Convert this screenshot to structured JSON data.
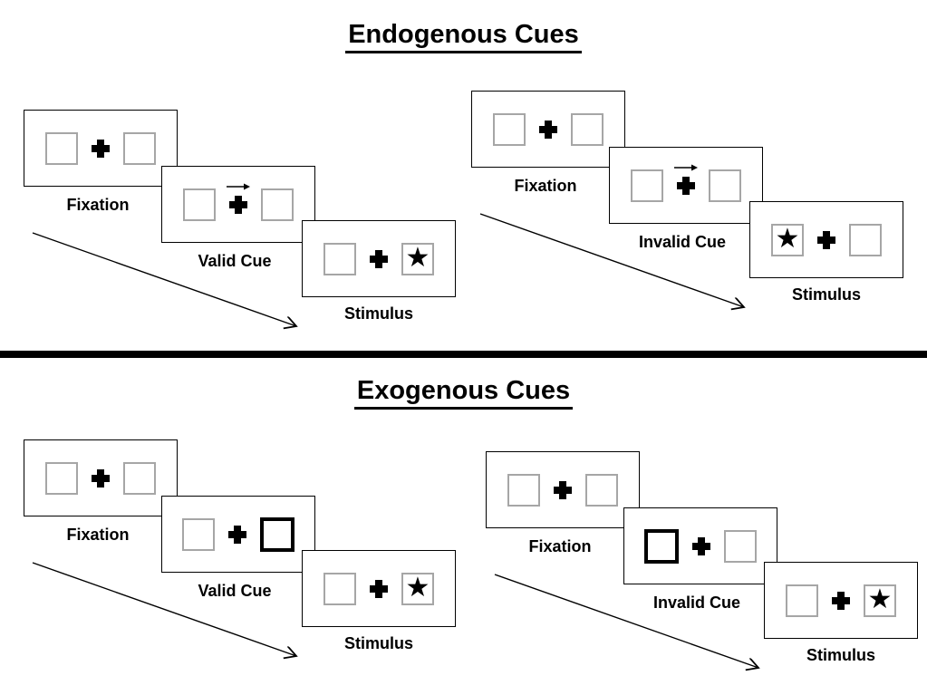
{
  "diagram": {
    "sections": [
      {
        "title": "Endogenous Cues",
        "sequences": [
          {
            "id": "endogenous-valid",
            "panels": [
              {
                "label": "Fixation",
                "left_box": "plain",
                "right_box": "plain",
                "cue_arrow": false
              },
              {
                "label": "Valid Cue",
                "left_box": "plain",
                "right_box": "plain",
                "cue_arrow": true
              },
              {
                "label": "Stimulus",
                "left_box": "plain",
                "right_box": "star",
                "cue_arrow": false
              }
            ]
          },
          {
            "id": "endogenous-invalid",
            "panels": [
              {
                "label": "Fixation",
                "left_box": "plain",
                "right_box": "plain",
                "cue_arrow": false
              },
              {
                "label": "Invalid Cue",
                "left_box": "plain",
                "right_box": "plain",
                "cue_arrow": true
              },
              {
                "label": "Stimulus",
                "left_box": "star",
                "right_box": "plain",
                "cue_arrow": false
              }
            ]
          }
        ]
      },
      {
        "title": "Exogenous Cues",
        "sequences": [
          {
            "id": "exogenous-valid",
            "panels": [
              {
                "label": "Fixation",
                "left_box": "plain",
                "right_box": "plain",
                "cue_arrow": false
              },
              {
                "label": "Valid Cue",
                "left_box": "plain",
                "right_box": "bold",
                "cue_arrow": false
              },
              {
                "label": "Stimulus",
                "left_box": "plain",
                "right_box": "star",
                "cue_arrow": false
              }
            ]
          },
          {
            "id": "exogenous-invalid",
            "panels": [
              {
                "label": "Fixation",
                "left_box": "plain",
                "right_box": "plain",
                "cue_arrow": false
              },
              {
                "label": "Invalid Cue",
                "left_box": "bold",
                "right_box": "plain",
                "cue_arrow": false
              },
              {
                "label": "Stimulus",
                "left_box": "plain",
                "right_box": "star",
                "cue_arrow": false
              }
            ]
          }
        ]
      }
    ]
  },
  "icons": {
    "star": "★",
    "fixation_cross": "plus-cross",
    "cue_arrow": "right-arrow",
    "timeline_arrow": "diagonal-down-right-arrow"
  },
  "colors": {
    "background": "#ffffff",
    "panel_border": "#000000",
    "box_border": "#a6a6a6",
    "cue_highlight_border": "#000000",
    "divider": "#000000",
    "text": "#000000"
  }
}
